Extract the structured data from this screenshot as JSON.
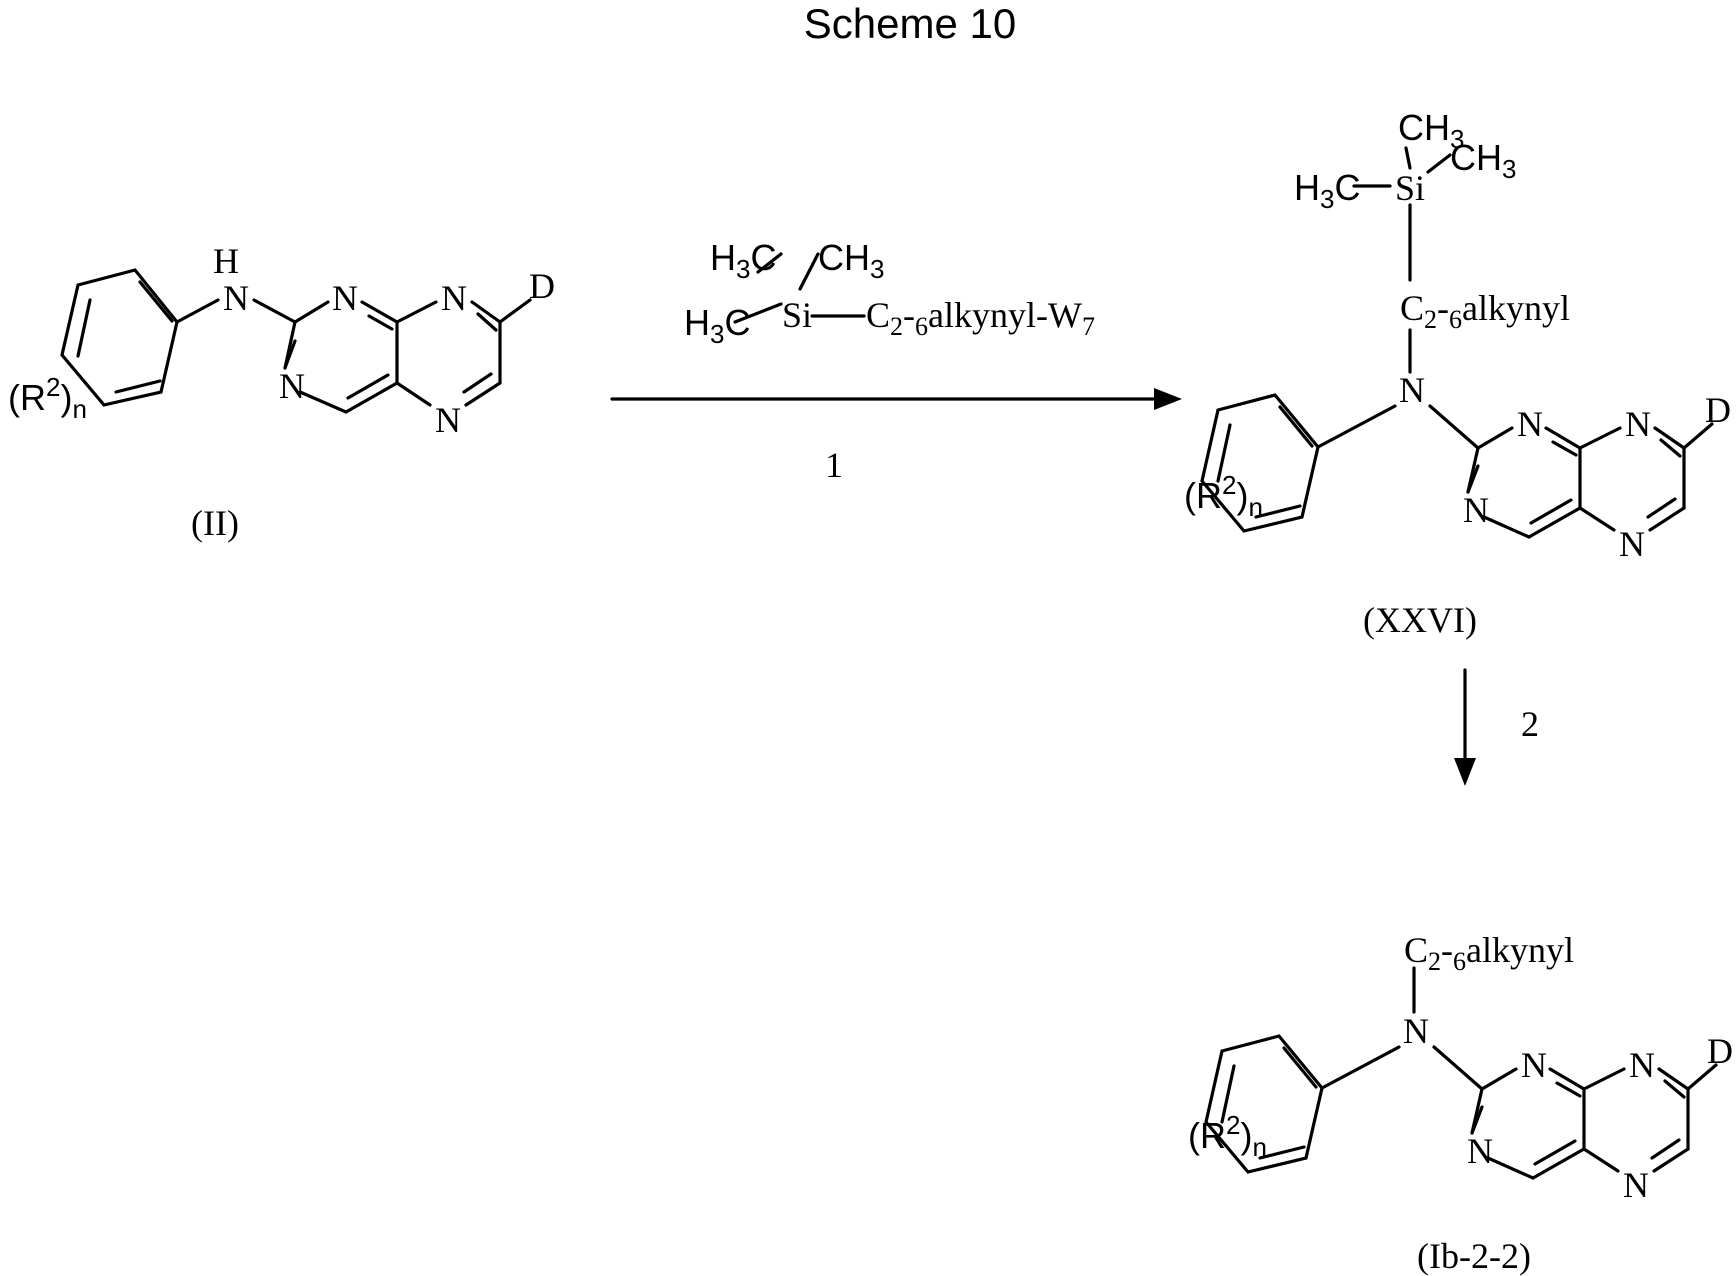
{
  "title": "Scheme 10",
  "atoms": {
    "N": "N",
    "NH_H": "H",
    "D": "D",
    "Si": "Si",
    "C": "C",
    "H": "H",
    "R": "R",
    "R_sup": "2",
    "n": "n",
    "open": "(",
    "close": ")",
    "three": "3"
  },
  "reagent": {
    "c": "C",
    "sub1": "2",
    "dash": "-",
    "sub2": "6",
    "text": "alkynyl-W",
    "w_sub": "7"
  },
  "substituent": {
    "c": "C",
    "sub1": "2",
    "dash": "-",
    "sub2": "6",
    "text": "alkynyl"
  },
  "steps": {
    "step1": "1",
    "step2": "2"
  },
  "compounds": {
    "start": "(II)",
    "intermediate": "(XXVI)",
    "product": "(Ib-2-2)"
  },
  "colors": {
    "ink": "#000000",
    "background": "#ffffff"
  }
}
